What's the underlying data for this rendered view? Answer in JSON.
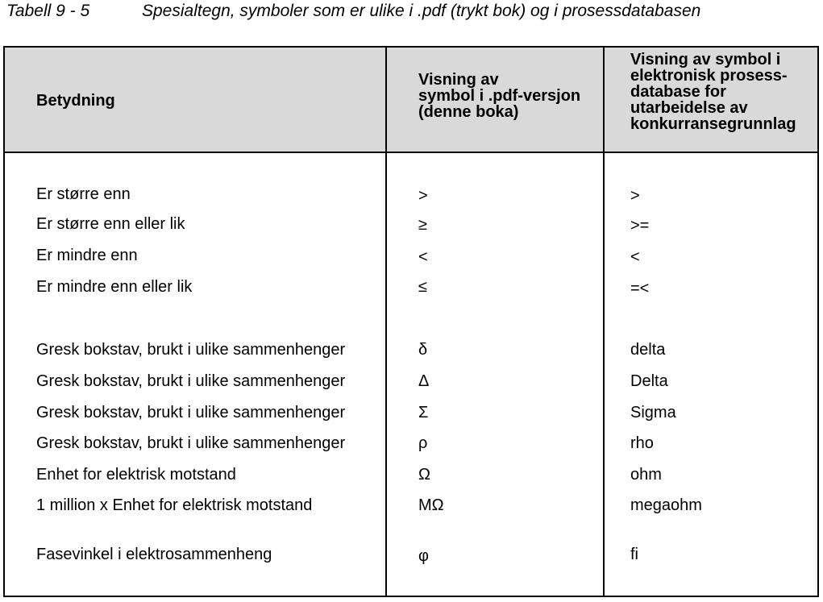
{
  "caption": {
    "number": "Tabell 9 - 5",
    "title": "Spesialtegn, symboler som er ulike i .pdf (trykt bok) og i prosessdatabasen"
  },
  "table": {
    "headers": {
      "col1": [
        "Betydning"
      ],
      "col2": [
        "Visning av",
        "symbol i .pdf-versjon",
        "(denne boka)"
      ],
      "col3": [
        "Visning av symbol i",
        "elektronisk prosess-",
        "database for",
        "utarbeidelse av",
        "konkurransegrunnlag"
      ]
    },
    "rows": [
      {
        "meaning": "Er større enn",
        "pdf": ">",
        "db": ">"
      },
      {
        "meaning": "Er større enn eller lik",
        "pdf": "≥",
        "db": ">="
      },
      {
        "meaning": "Er mindre enn",
        "pdf": "<",
        "db": "<"
      },
      {
        "meaning": "Er mindre enn eller lik",
        "pdf": "≤",
        "db": "=<"
      },
      {
        "meaning": "Gresk bokstav, brukt i ulike sammenhenger",
        "pdf": "δ",
        "db": "delta"
      },
      {
        "meaning": "Gresk bokstav, brukt i ulike sammenhenger",
        "pdf": "Δ",
        "db": "Delta"
      },
      {
        "meaning": "Gresk bokstav, brukt i ulike sammenhenger",
        "pdf": "Σ",
        "db": "Sigma"
      },
      {
        "meaning": "Gresk bokstav, brukt i ulike sammenhenger",
        "pdf": "ρ",
        "db": "rho"
      },
      {
        "meaning": "Enhet for elektrisk motstand",
        "pdf": "Ω",
        "db": "ohm"
      },
      {
        "meaning": "1 million x Enhet for elektrisk motstand",
        "pdf": "MΩ",
        "db": "megaohm"
      },
      {
        "meaning": "Fasevinkel i elektrosammenheng",
        "pdf": "φ",
        "db": "fi"
      }
    ]
  }
}
